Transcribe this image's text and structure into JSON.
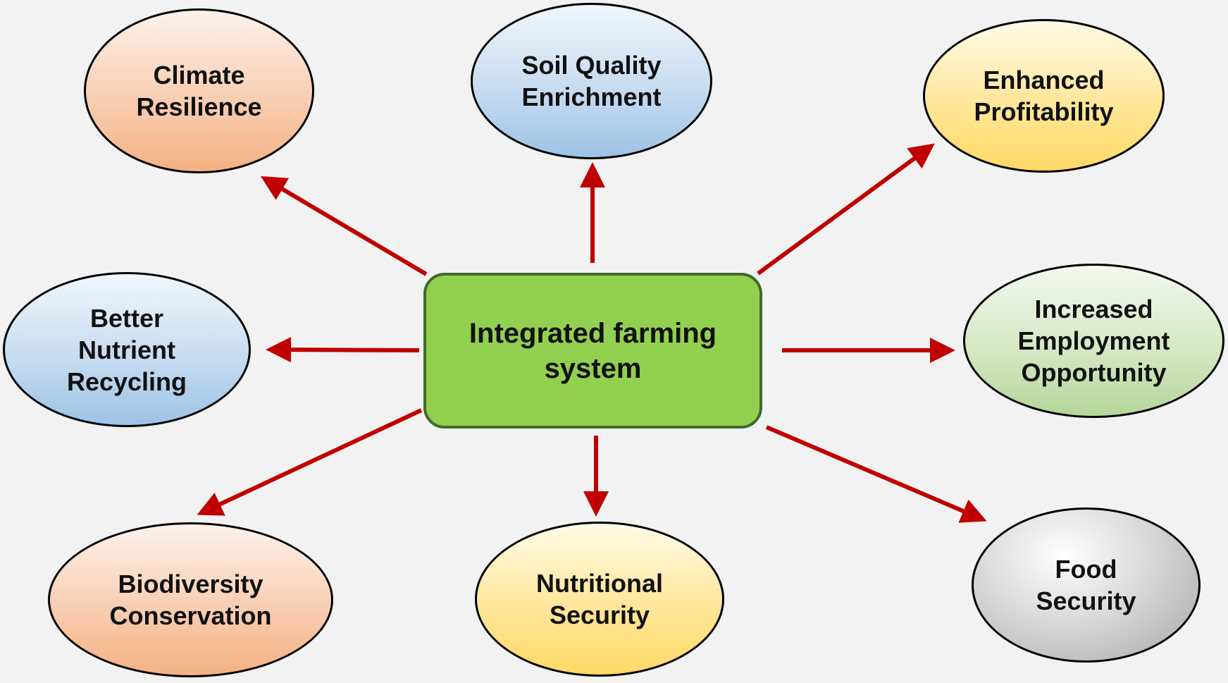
{
  "diagram": {
    "center": {
      "label": "Integrated farming\nsystem"
    },
    "outcomes": [
      {
        "id": "climate",
        "label": "Climate\nResilience",
        "color": "#f4b183"
      },
      {
        "id": "soil",
        "label": "Soil Quality\nEnrichment",
        "color": "#9dc3e6"
      },
      {
        "id": "profit",
        "label": "Enhanced\nProfitability",
        "color": "#ffd966"
      },
      {
        "id": "nutrient",
        "label": "Better\nNutrient\nRecycling",
        "color": "#9dc3e6"
      },
      {
        "id": "employment",
        "label": "Increased\nEmployment\nOpportunity",
        "color": "#b5d69a"
      },
      {
        "id": "biodiversity",
        "label": "Biodiversity\nConservation",
        "color": "#f4b183"
      },
      {
        "id": "nutritional",
        "label": "Nutritional\nSecurity",
        "color": "#ffd966"
      },
      {
        "id": "food",
        "label": "Food\nSecurity",
        "color": "#a6a6a6"
      }
    ],
    "arrow_color": "#c00000",
    "center_color": "#92d050"
  }
}
